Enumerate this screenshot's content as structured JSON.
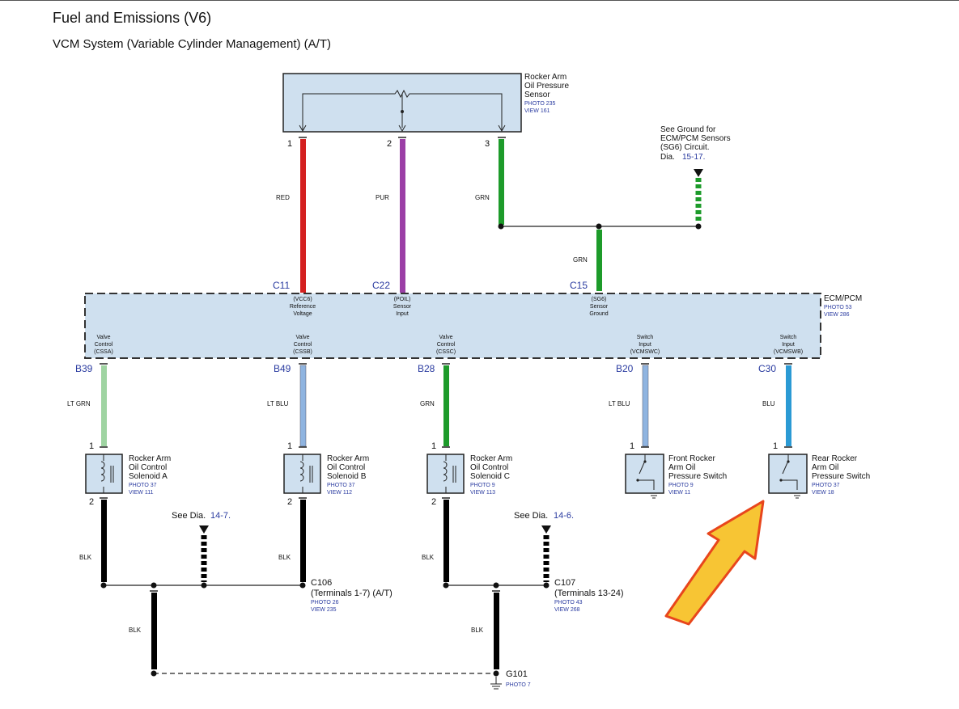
{
  "header": {
    "title": "Fuel and Emissions (V6)",
    "subtitle": "VCM System (Variable Cylinder Management) (A/T)"
  },
  "colors": {
    "box_fill": "#cfe0ef",
    "red_wire": "#d42020",
    "pur_wire": "#9b3fa6",
    "grn_wire": "#1d9b2a",
    "ltgrn_wire": "#9fd4a2",
    "ltblu_wire": "#8fb4e0",
    "blu_wire": "#2b9ad4",
    "blk_wire": "#000000",
    "link_blue": "#2a3ba0",
    "arrow_fill": "#f7c534",
    "arrow_edge": "#e8461c"
  },
  "sensor": {
    "name_lines": [
      "Rocker Arm",
      "Oil Pressure",
      "Sensor"
    ],
    "photo": "PHOTO 235",
    "view": "VIEW 161",
    "pins": [
      "1",
      "2",
      "3"
    ]
  },
  "ground_note": {
    "lines": [
      "See Ground for",
      "ECM/PCM Sensors",
      "(SG6) Circuit.",
      "Dia."
    ],
    "dia_ref": "15-17."
  },
  "wires_upper": {
    "w1": "RED",
    "w2": "PUR",
    "w3": "GRN",
    "w4": "GRN"
  },
  "ecm": {
    "name": "ECM/PCM",
    "photo": "PHOTO 53",
    "view": "VIEW 286",
    "top_pins": [
      {
        "id": "C11",
        "code": "(VCC6)",
        "l1": "Reference",
        "l2": "Voltage"
      },
      {
        "id": "C22",
        "code": "(POIL)",
        "l1": "Sensor",
        "l2": "Input"
      },
      {
        "id": "C15",
        "code": "(SG6)",
        "l1": "Sensor",
        "l2": "Ground"
      }
    ],
    "bottom_pins": [
      {
        "id": "B39",
        "l1": "Valve",
        "l2": "Control",
        "code": "(CSSA)",
        "wire": "LT GRN"
      },
      {
        "id": "B49",
        "l1": "Valve",
        "l2": "Control",
        "code": "(CSSB)",
        "wire": "LT BLU"
      },
      {
        "id": "B28",
        "l1": "Valve",
        "l2": "Control",
        "code": "(CSSC)",
        "wire": "GRN"
      },
      {
        "id": "B20",
        "l1": "Switch",
        "l2": "Input",
        "code": "(VCMSWC)",
        "wire": "LT BLU"
      },
      {
        "id": "C30",
        "l1": "Switch",
        "l2": "Input",
        "code": "(VCMSWB)",
        "wire": "BLU"
      }
    ]
  },
  "components": [
    {
      "l1": "Rocker Arm",
      "l2": "Oil Control",
      "l3": "Solenoid A",
      "photo": "PHOTO 37",
      "view": "VIEW 111",
      "pin_top": "1",
      "pin_bot": "2"
    },
    {
      "l1": "Rocker Arm",
      "l2": "Oil Control",
      "l3": "Solenoid B",
      "photo": "PHOTO 37",
      "view": "VIEW 112",
      "pin_top": "1",
      "pin_bot": "2"
    },
    {
      "l1": "Rocker Arm",
      "l2": "Oil Control",
      "l3": "Solenoid C",
      "photo": "PHOTO 9",
      "view": "VIEW 113",
      "pin_top": "1",
      "pin_bot": "2"
    },
    {
      "l1": "Front Rocker",
      "l2": "Arm Oil",
      "l3": "Pressure Switch",
      "photo": "PHOTO 9",
      "view": "VIEW 11",
      "pin_top": "1"
    },
    {
      "l1": "Rear Rocker",
      "l2": "Arm Oil",
      "l3": "Pressure Switch",
      "photo": "PHOTO 37",
      "view": "VIEW 18",
      "pin_top": "1"
    }
  ],
  "see_dia": [
    {
      "text": "See Dia.",
      "ref": "14-7."
    },
    {
      "text": "See Dia.",
      "ref": "14-6."
    }
  ],
  "wires_lower": {
    "blk": "BLK"
  },
  "connectors": {
    "c106": {
      "line1": "C106",
      "line2": "(Terminals 1-7) (A/T)",
      "photo": "PHOTO 26",
      "view": "VIEW 235"
    },
    "c107": {
      "line1": "C107",
      "line2": "(Terminals 13-24)",
      "photo": "PHOTO 43",
      "view": "VIEW 268"
    },
    "g101": {
      "name": "G101",
      "photo": "PHOTO 7"
    }
  }
}
